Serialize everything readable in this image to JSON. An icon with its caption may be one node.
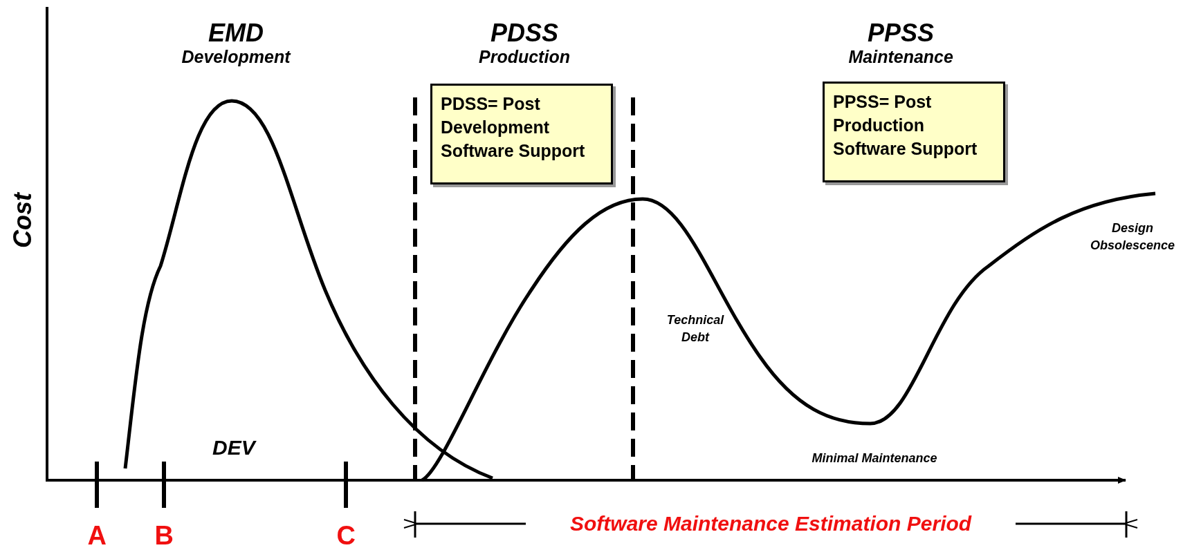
{
  "diagram": {
    "nodes": [
      {
        "text": [
          "PDSS= Post Development Software Support"
        ]
      },
      {
        "text": [
          "PPSS= Post Production Software Support"
        ]
      }
    ],
    "labels": [
      "EMD",
      "Development",
      "PDSS",
      "Production",
      "PPSS",
      "Maintenance",
      "Cost",
      "DEV",
      "Technical Debt",
      "Design Obsolescence",
      "Minimal Maintenance",
      "A",
      "B",
      "C",
      "Software Maintenance Estimation Period"
    ]
  }
}
